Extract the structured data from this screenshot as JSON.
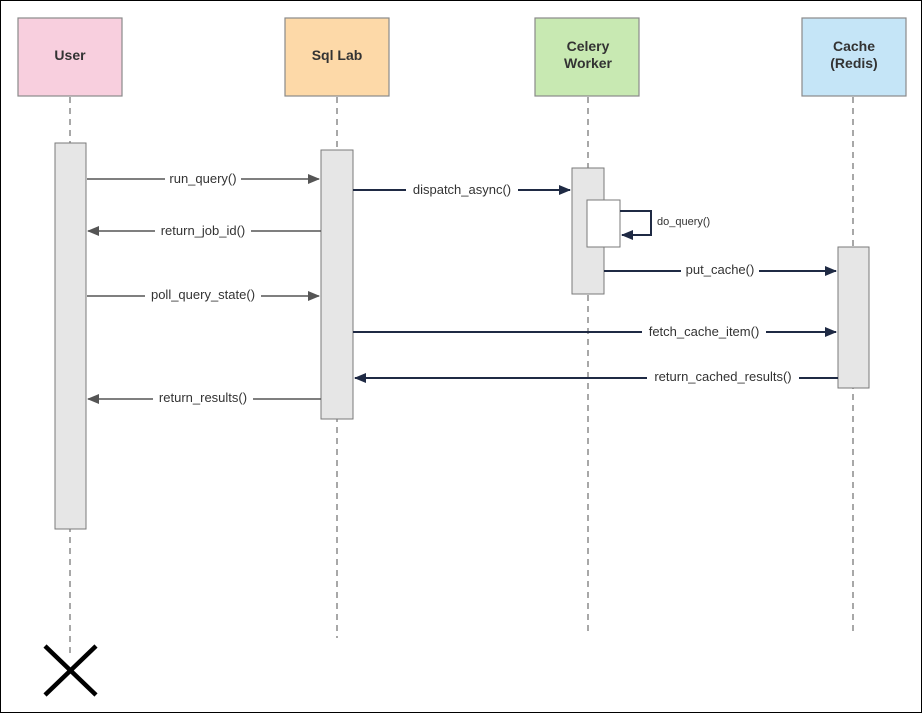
{
  "actors": [
    {
      "id": "user",
      "label_lines": [
        "User"
      ],
      "color": "#f8cfde"
    },
    {
      "id": "sqllab",
      "label_lines": [
        "Sql Lab"
      ],
      "color": "#fdd9a8"
    },
    {
      "id": "celery",
      "label_lines": [
        "Celery",
        "Worker"
      ],
      "color": "#c8e9b2"
    },
    {
      "id": "cache",
      "label_lines": [
        "Cache",
        "(Redis)"
      ],
      "color": "#c5e5f7"
    }
  ],
  "messages": [
    {
      "from": "user",
      "to": "sqllab",
      "label": "run_query()",
      "style": "gray"
    },
    {
      "from": "sqllab",
      "to": "user",
      "label": "return_job_id()",
      "style": "gray"
    },
    {
      "from": "user",
      "to": "sqllab",
      "label": "poll_query_state()",
      "style": "gray"
    },
    {
      "from": "sqllab",
      "to": "user",
      "label": "return_results()",
      "style": "gray"
    },
    {
      "from": "sqllab",
      "to": "celery",
      "label": "dispatch_async()",
      "style": "dark"
    },
    {
      "from": "celery",
      "to": "celery",
      "label": "do_query()",
      "style": "dark"
    },
    {
      "from": "celery",
      "to": "cache",
      "label": "put_cache()",
      "style": "dark"
    },
    {
      "from": "sqllab",
      "to": "cache",
      "label": "fetch_cache_item()",
      "style": "dark"
    },
    {
      "from": "cache",
      "to": "sqllab",
      "label": "return_cached_results()",
      "style": "dark"
    }
  ],
  "colors": {
    "activation_fill": "#e6e6e6",
    "activation_stroke": "#7a7a7a",
    "lifeline": "#8c8c8c",
    "arrow_gray": "#555555",
    "arrow_dark": "#1f2a44",
    "destroy": "#000000"
  },
  "destroy_marker": {
    "actor": "user",
    "icon": "x-destroy-icon"
  }
}
